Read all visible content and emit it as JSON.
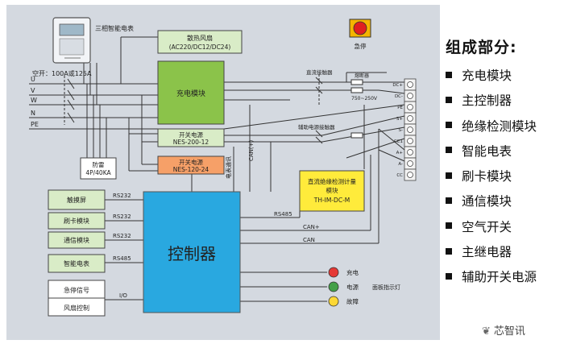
{
  "meter_label": "三相智能电表",
  "aux_power": {
    "line1": "散热风扇",
    "line2": "(AC220/DC12/DC24)"
  },
  "estop": {
    "label": "急停",
    "color": "#e02020"
  },
  "breaker": {
    "label": "空开：100A或125A",
    "phases": [
      "U",
      "V",
      "W",
      "N",
      "PE"
    ]
  },
  "charging_module": {
    "label": "充电模块",
    "color": "#8bc34a"
  },
  "smps1": {
    "line1": "开关电源",
    "line2": "NES-200-12"
  },
  "smps2": {
    "line1": "开关电源",
    "line2": "NES-120-24",
    "color": "#f6a068"
  },
  "arrester": {
    "line1": "防雷",
    "line2": "4P/40KA"
  },
  "contactor_main": "直流接触器",
  "contactor_aux": "辅助电源接触器",
  "fuse": "熔断器",
  "voltage_note": "750~250V",
  "insulation": {
    "line1": "直流绝缘检测计量",
    "line2": "模块",
    "line3": "TH-IM-DC-M",
    "color": "#ffeb3b"
  },
  "terminals": [
    "DC+",
    "DC-",
    "PE",
    "S+",
    "S-",
    "CC1",
    "A+",
    "A-",
    "CC"
  ],
  "can_vertical": "CAN(+)",
  "elec_vertical": "电表通讯",
  "controller": {
    "label": "控制器",
    "color": "#29a8e0"
  },
  "peripherals": [
    {
      "label": "触摸屏",
      "bus": "RS232"
    },
    {
      "label": "刷卡模块",
      "bus": "RS232"
    },
    {
      "label": "通信模块",
      "bus": "RS232"
    },
    {
      "label": "智能电表",
      "bus": "RS485"
    }
  ],
  "io_box": {
    "line1": "急停信号",
    "line2": "风扇控制",
    "bus": "I/O"
  },
  "bus_labels": {
    "rs485": "RS485",
    "can_plus": "CAN+",
    "can": "CAN"
  },
  "lamps": [
    {
      "label": "充电",
      "color": "#e53935"
    },
    {
      "label": "电源",
      "color": "#43a047"
    },
    {
      "label": "故障",
      "color": "#fdd835"
    }
  ],
  "lamp_caption": "面板指示灯",
  "legend": {
    "title": "组成部分:",
    "items": [
      "充电模块",
      "主控制器",
      "绝缘检测模块",
      "智能电表",
      "刷卡模块",
      "通信模块",
      "空气开关",
      "主继电器",
      "辅助开关电源"
    ]
  },
  "watermark": "芯智讯"
}
